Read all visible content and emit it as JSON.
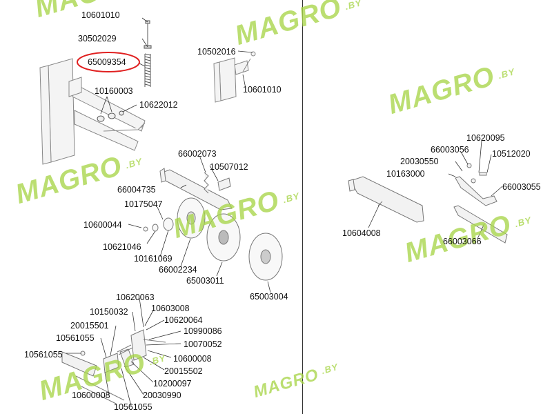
{
  "parts": {
    "p10601010a": "10601010",
    "p30502029": "30502029",
    "p65009354": "65009354",
    "p10160003": "10160003",
    "p10622012": "10622012",
    "p10502016": "10502016",
    "p10601010b": "10601010",
    "p66002073": "66002073",
    "p10507012": "10507012",
    "p66004735": "66004735",
    "p10175047": "10175047",
    "p10600044": "10600044",
    "p10621046": "10621046",
    "p10161069": "10161069",
    "p66002234": "66002234",
    "p65003011": "65003011",
    "p65003004": "65003004",
    "p10620063": "10620063",
    "p10150032": "10150032",
    "p10603008": "10603008",
    "p10620064": "10620064",
    "p20015501": "20015501",
    "p10990086": "10990086",
    "p10561055a": "10561055",
    "p10070052": "10070052",
    "p10561055b": "10561055",
    "p10600008a": "10600008",
    "p20015502": "20015502",
    "p10200097": "10200097",
    "p10600008b": "10600008",
    "p20030990": "20030990",
    "p10561055c": "10561055",
    "p10620095": "10620095",
    "p66003056": "66003056",
    "p10512020": "10512020",
    "p20030550": "20030550",
    "p10163000": "10163000",
    "p66003055": "66003055",
    "p10604008": "10604008",
    "p66003066": "66003066"
  },
  "watermark": {
    "main": "MAGRO",
    "suffix": ".BY",
    "color": "#a8d64a"
  },
  "highlight_color": "#e02020"
}
